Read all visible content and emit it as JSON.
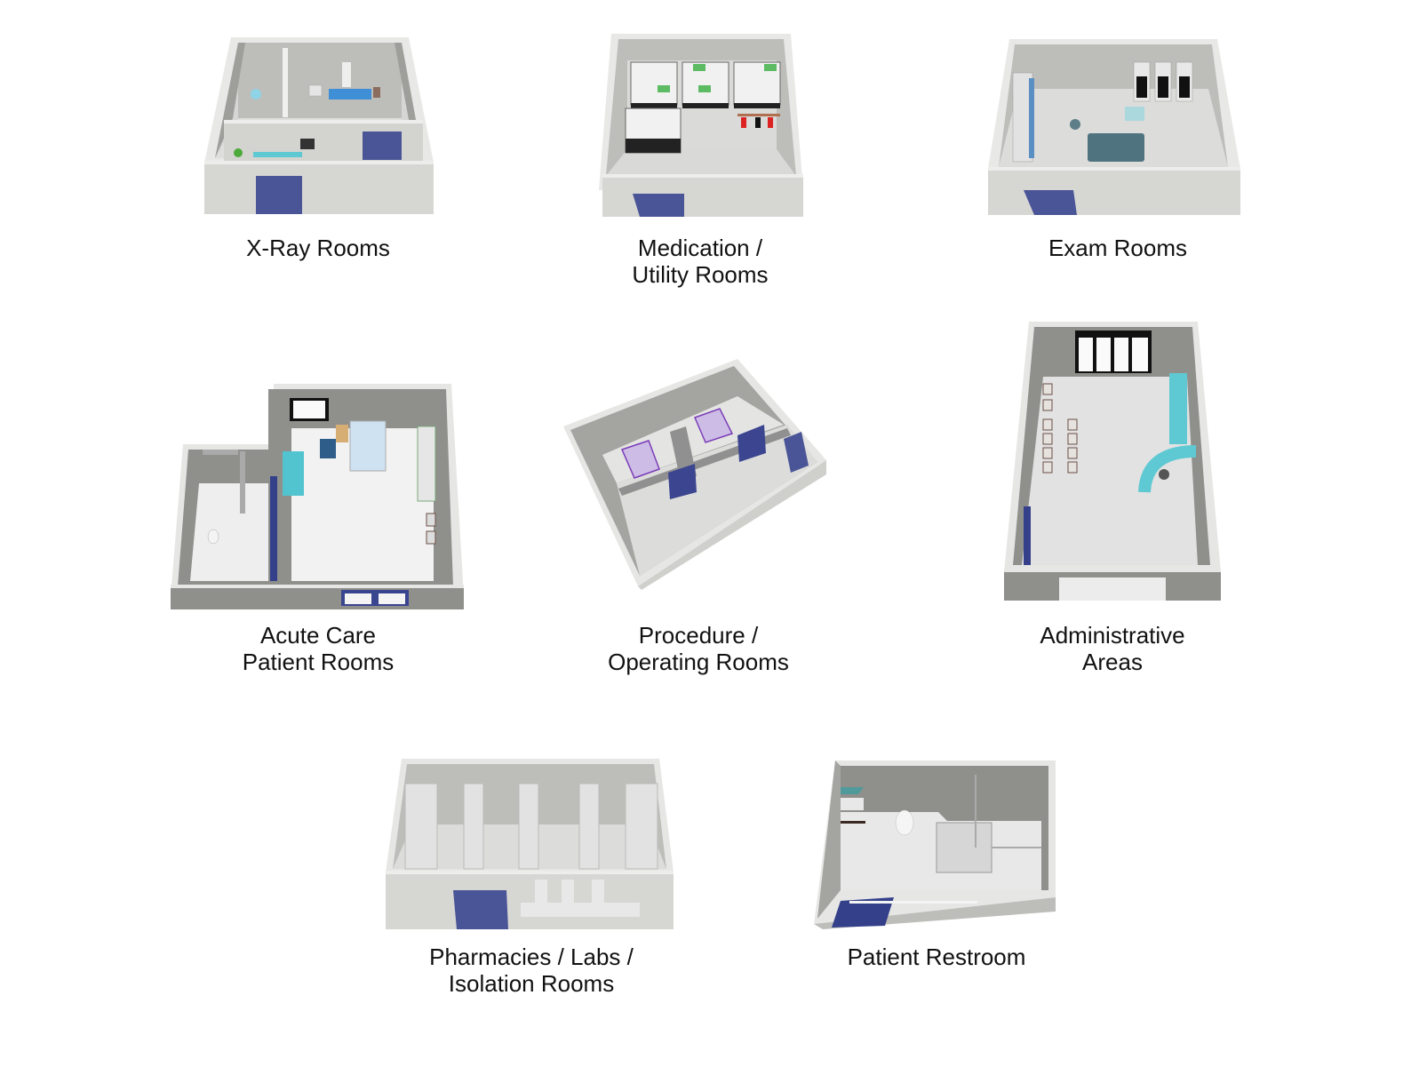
{
  "figure": {
    "rooms": [
      {
        "id": "xray",
        "caption": [
          "X-Ray Rooms"
        ]
      },
      {
        "id": "medication",
        "caption": [
          "Medication /",
          "Utility Rooms"
        ]
      },
      {
        "id": "exam",
        "caption": [
          "Exam Rooms"
        ]
      },
      {
        "id": "acute",
        "caption": [
          "Acute Care",
          "Patient Rooms"
        ]
      },
      {
        "id": "procedure",
        "caption": [
          "Procedure /",
          "Operating Rooms"
        ]
      },
      {
        "id": "admin",
        "caption": [
          "Administrative",
          "Areas"
        ]
      },
      {
        "id": "pharmacy",
        "caption": [
          "Pharmacies / Labs /",
          "Isolation Rooms"
        ]
      },
      {
        "id": "restroom",
        "caption": [
          "Patient Restroom"
        ]
      }
    ],
    "colors": {
      "wall_top": "#e6e6e4",
      "wall_inner": "#a9a9a6",
      "wall_outer": "#cfcfcc",
      "floor": "#dcdcdc",
      "door": "#4a5597",
      "teal": "#5ec9d3",
      "exam_table": "#4f7480"
    }
  }
}
